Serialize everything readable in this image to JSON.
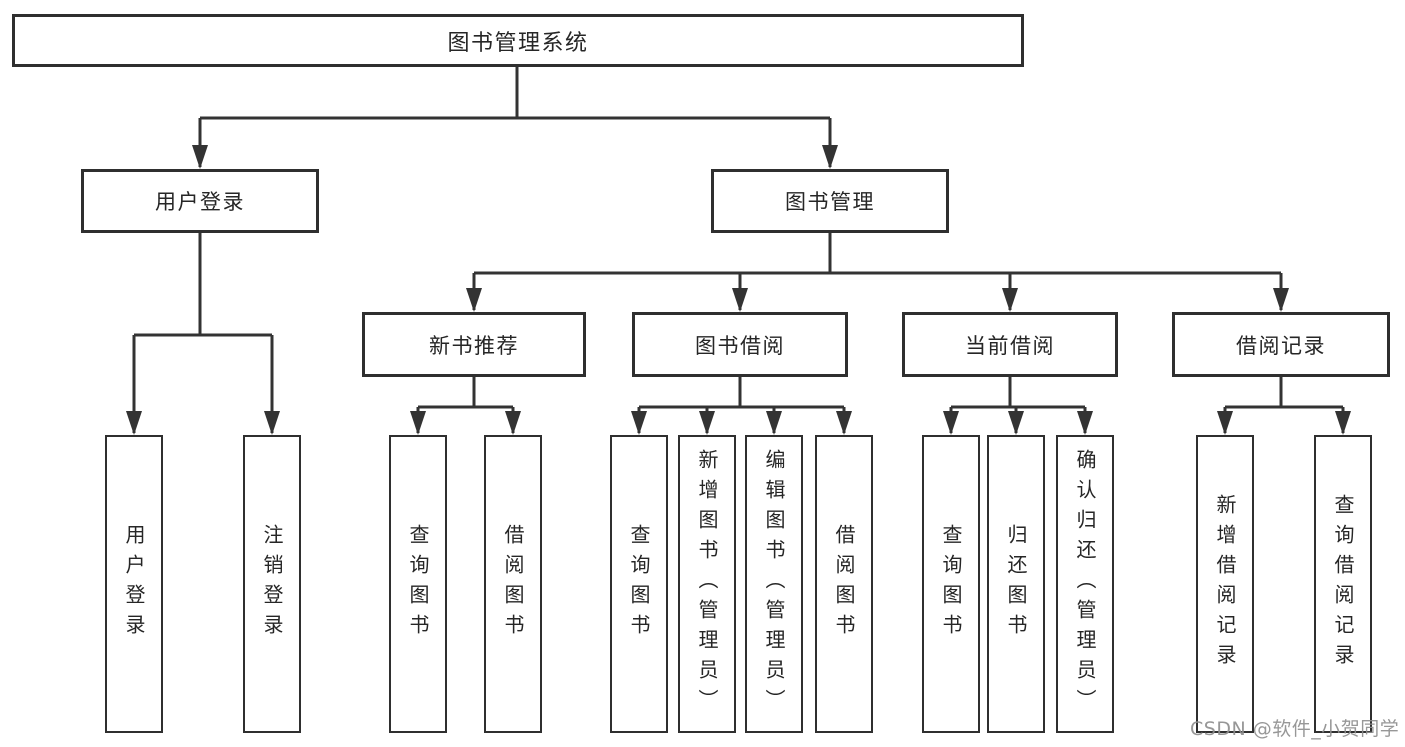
{
  "tree": {
    "root": {
      "label": "图书管理系统"
    },
    "level2": [
      {
        "label": "用户登录"
      },
      {
        "label": "图书管理"
      }
    ],
    "level3": [
      {
        "label": "新书推荐"
      },
      {
        "label": "图书借阅"
      },
      {
        "label": "当前借阅"
      },
      {
        "label": "借阅记录"
      }
    ],
    "leaves": {
      "user_login": [
        "用户登录",
        "注销登录"
      ],
      "new_book_recommend": [
        "查询图书",
        "借阅图书"
      ],
      "book_borrowing": [
        "查询图书",
        "新增图书（管理员）",
        "编辑图书（管理员）",
        "借阅图书"
      ],
      "current_borrowing": [
        "查询图书",
        "归还图书",
        "确认归还（管理员）"
      ],
      "borrowing_records": [
        "新增借阅记录",
        "查询借阅记录"
      ]
    }
  },
  "watermark": "CSDN @软件_小贺同学",
  "colors": {
    "line": "#333333",
    "box_border": "#2f2f2f",
    "text": "#262626",
    "watermark": "#8e8e8e",
    "background": "#ffffff"
  }
}
